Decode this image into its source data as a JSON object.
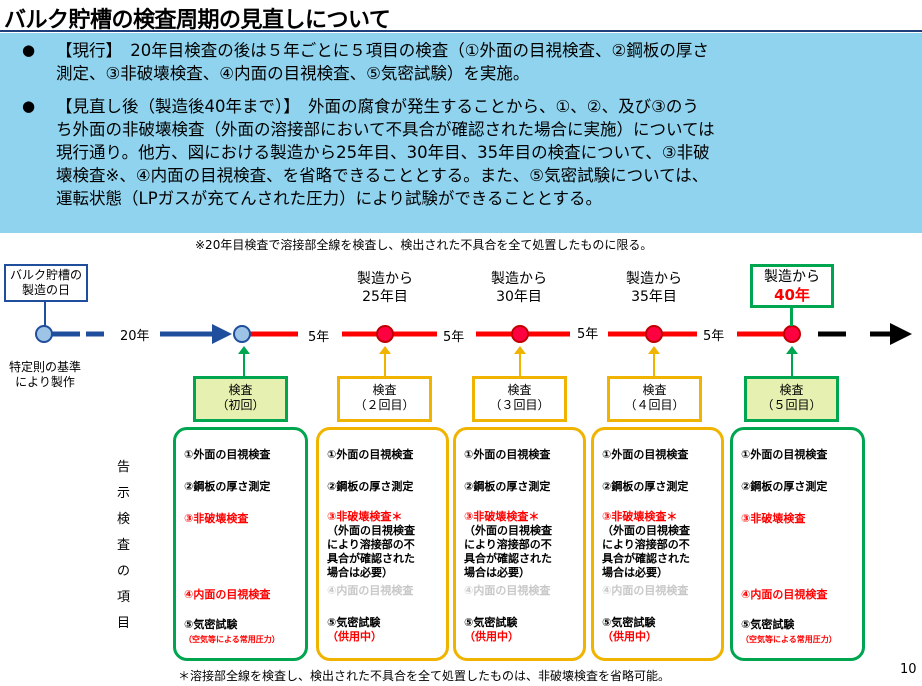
{
  "title": "バルク貯槽の検査周期の見直しについて",
  "bullets": [
    {
      "text_lines": [
        "【現行】　20年目検査の後は５年ごとに５項目の検査（①外面の目視検査、②鋼板の厚さ",
        "測定、③非破壊検査、④内面の目視検査、⑤気密試験）を実施。"
      ]
    },
    {
      "text_lines": [
        "【見直し後（製造後40年まで）】　外面の腐食が発生することから、①、②、及び③のう",
        "ち外面の非破壊検査（外面の溶接部において不具合が確認された場合に実施）については",
        "現行通り。他方、図における製造から25年目、30年目、35年目の検査について、③非破",
        "壊検査※、④内面の目視検査、を省略できることとする。また、⑤気密試験については、",
        "運転状態（LPガスが充てんされた圧力）により試験ができることとする。"
      ]
    }
  ],
  "note": "※20年目検査で溶接部全線を検査し、検出された不具合を全て処置したものに限る。",
  "footnote": "＊溶接部全線を検査し、検出された不具合を全て処置したものは、非破壊検査を省略可能。",
  "page_number": "10",
  "timeline": {
    "start_box": [
      "バルク貯槽の",
      "製造の日"
    ],
    "start_caption": [
      "特定則の基準",
      "により製作"
    ],
    "gap_20": "20年",
    "gap_5": "5年",
    "mfg": [
      {
        "line1": "製造から",
        "line2": "25年目"
      },
      {
        "line1": "製造から",
        "line2": "30年目"
      },
      {
        "line1": "製造から",
        "line2": "35年目"
      },
      {
        "line1": "製造から",
        "line2": "40年"
      }
    ]
  },
  "inspections": [
    {
      "line1": "検査",
      "line2": "（初回）"
    },
    {
      "line1": "検査",
      "line2": "（２回目）"
    },
    {
      "line1": "検査",
      "line2": "（３回目）"
    },
    {
      "line1": "検査",
      "line2": "（４回目）"
    },
    {
      "line1": "検査",
      "line2": "（５回目）"
    }
  ],
  "kokuji_label": [
    "告",
    "示",
    "検",
    "査",
    "の",
    "項",
    "目"
  ],
  "item_full": {
    "i1": "①外面の目視検査",
    "i2": "②鋼板の厚さ測定",
    "i3": "③非破壊検査",
    "i4": "④内面の目視検査",
    "i5": "⑤気密試験",
    "i5_note": "（空気等による常用圧力）"
  },
  "item_mid": {
    "i3": "③非破壊検査＊",
    "i3_detail": [
      "（外面の目視検査",
      "により溶接部の不",
      "具合が確認された",
      "場合は必要）"
    ],
    "i4": "④内面の目視検査",
    "i5_note": "（供用中）"
  },
  "colors": {
    "blue": "#1f4e9c",
    "red": "#ff0000",
    "green": "#00a550",
    "yellow": "#f0b400",
    "band": "#8fd3ee"
  }
}
